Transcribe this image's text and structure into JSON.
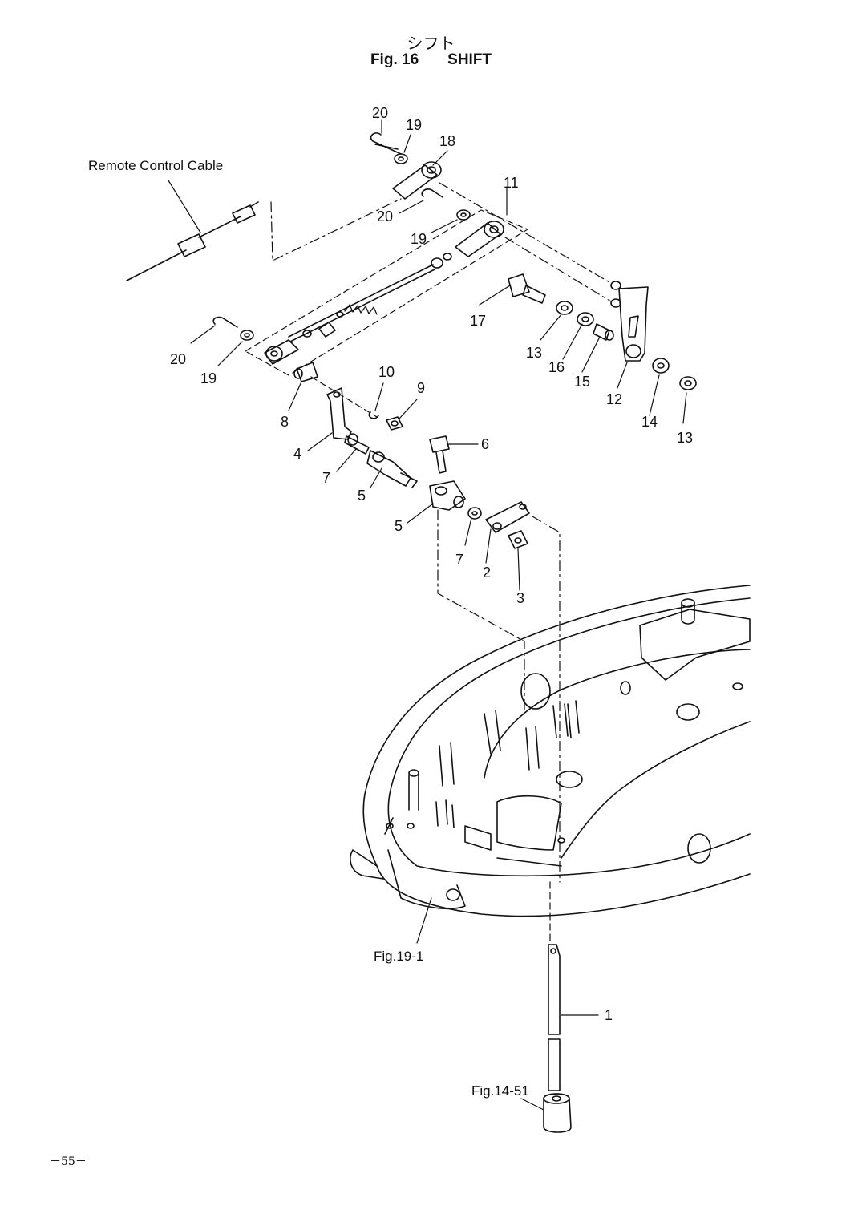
{
  "title_jp": "シフト",
  "fig_label": "Fig. 16",
  "title_en": "SHIFT",
  "callouts": {
    "remote_cable": "Remote Control Cable",
    "fig19": "Fig.19-1",
    "fig14": "Fig.14-51"
  },
  "parts": {
    "p1": "1",
    "p2": "2",
    "p3": "3",
    "p4": "4",
    "p5a": "5",
    "p5b": "5",
    "p6": "6",
    "p7a": "7",
    "p7b": "7",
    "p8": "8",
    "p9": "9",
    "p10": "10",
    "p11": "11",
    "p12": "12",
    "p13a": "13",
    "p13b": "13",
    "p14": "14",
    "p15": "15",
    "p16": "16",
    "p17": "17",
    "p18": "18",
    "p19a": "19",
    "p19b": "19",
    "p19c": "19",
    "p20a": "20",
    "p20b": "20",
    "p20c": "20"
  },
  "page_number": "－55－"
}
